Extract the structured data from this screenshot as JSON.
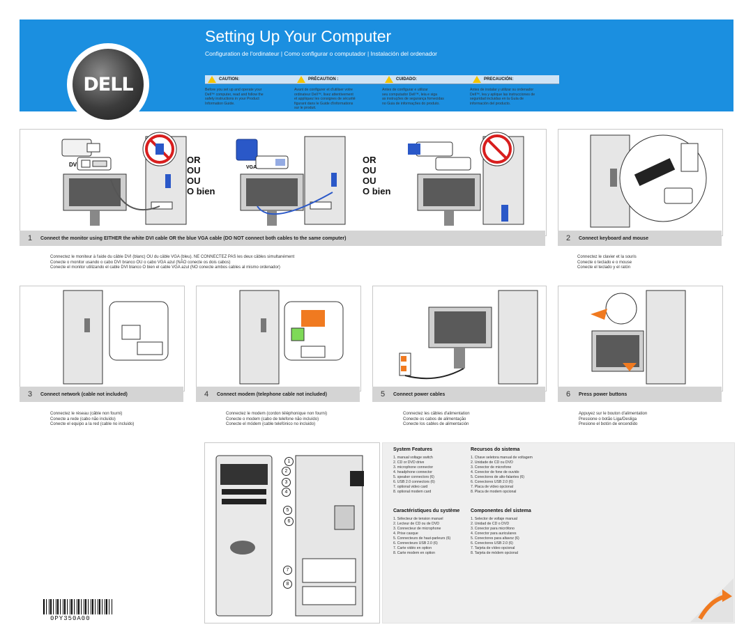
{
  "banner": {
    "title": "Setting Up Your Computer",
    "subtitle": "Configuration de l'ordinateur | Como configurar o computador | Instalación del ordenador",
    "brand": "DELL"
  },
  "cautions": [
    {
      "heading": "CAUTION:",
      "lines": [
        "Before you set up and operate your",
        "Dell™ computer, read and follow the",
        "safety instructions in your Product",
        "Information Guide."
      ]
    },
    {
      "heading": "PRÉCAUTION :",
      "lines": [
        "Avant de configurer et d'utiliser votre",
        "ordinateur Dell™, lisez attentivement",
        "et appliquez les consignes de sécurité",
        "figurant dans le Guide d'informations",
        "sur le produit."
      ]
    },
    {
      "heading": "CUIDADO:",
      "lines": [
        "Antes de configurar e utilizar",
        "seu computador Dell™, leia e siga",
        "as instruções de segurança fornecidas",
        "no Guia de informações do produto."
      ]
    },
    {
      "heading": "PRECAUCIÓN:",
      "lines": [
        "Antes de instalar y utilizar su ordenador",
        "Dell™, lea y aplique las instrucciones de",
        "seguridad incluidas en la Guía de",
        "información del producto."
      ]
    }
  ],
  "monitor_options": {
    "or_words": [
      "OR",
      "OU",
      "OU",
      "O bien"
    ],
    "dvi_label": "DVI",
    "vga_label": "VGA"
  },
  "steps": [
    {
      "num": "1",
      "label": "Connect the monitor using EITHER the white DVI cable OR the blue VGA cable (DO NOT connect both cables to the same computer)",
      "lines": [
        "Connectez le moniteur à l'aide du câble DVI (blanc) OU du câble VGA (bleu). NE CONNECTEZ PAS les deux câbles simultanément",
        "Conecte o monitor usando o cabo DVI branco OU o cabo VGA azul (NÃO conecte os dois cabos)",
        "Conecte el monitor utilizando el cable DVI blanco O bien el cable VGA azul (NO conecte ambos cables al mismo ordenador)"
      ]
    },
    {
      "num": "2",
      "label": "Connect keyboard and mouse",
      "lines": [
        "Connectez le clavier et la souris",
        "Conecte o teclado e o mouse",
        "Conecte el teclado y el ratón"
      ]
    },
    {
      "num": "3",
      "label": "Connect network (cable not included)",
      "lines": [
        "Connectez le réseau (câble non fourni)",
        "Conecte a rede (cabo não incluído)",
        "Conecte el equipo a la red (cable no incluido)"
      ]
    },
    {
      "num": "4",
      "label": "Connect modem (telephone cable not included)",
      "lines": [
        "Connectez le modem (cordon téléphonique non fourni)",
        "Conecte o modem (cabo de telefone não incluído)",
        "Conecte el módem (cable telefónico no incluido)"
      ]
    },
    {
      "num": "5",
      "label": "Connect power cables",
      "lines": [
        "Connectez les câbles d'alimentation",
        "Conecte os cabos de alimentação",
        "Conecte los cables de alimentación"
      ]
    },
    {
      "num": "6",
      "label": "Press power buttons",
      "lines": [
        "Appuyez sur le bouton d'alimentation",
        "Pressione o botão Liga/Desliga",
        "Presione el botón de encendido"
      ]
    }
  ],
  "features": [
    {
      "heading": "System Features",
      "items": [
        "1. manual voltage switch",
        "2. CD or DVD drive",
        "3. microphone connector",
        "4. headphone connector",
        "5. speaker connectors (6)",
        "6. USB 2.0 connectors (6)",
        "7. optional video card",
        "8. optional modem card"
      ]
    },
    {
      "heading": "Recursos do sistema",
      "items": [
        "1. Chave seletora manual de voltagem",
        "2. Unidade de CD ou DVD",
        "3. Conector de microfone",
        "4. Conector de fone de ouvido",
        "5. Conectores de alto-falantes (6)",
        "6. Conectores USB 2.0 (6)",
        "7. Placa de vídeo opcional",
        "8. Placa de modem opcional"
      ]
    },
    {
      "heading": "Caractéristiques du système",
      "items": [
        "1. Sélecteur de tension manuel",
        "2. Lecteur de CD ou de DVD",
        "3. Connecteur de microphone",
        "4. Prise casque",
        "5. Connecteurs de haut-parleurs (6)",
        "6. Connecteurs USB 2.0 (6)",
        "7. Carte vidéo en option",
        "8. Carte modem en option"
      ]
    },
    {
      "heading": "Componentes del sistema",
      "items": [
        "1. Selector de voltaje manual",
        "2. Unidad de CD o DVD",
        "3. Conector para micrófono",
        "4. Conector para auriculares",
        "5. Conectores para altavoz (6)",
        "6. Conectores USB 2.0 (6)",
        "7. Tarjeta de vídeo opcional",
        "8. Tarjeta de módem opcional"
      ]
    }
  ],
  "callouts": [
    "1",
    "2",
    "3",
    "4",
    "5",
    "6",
    "7",
    "8"
  ],
  "barcode_text": "0PY350A00",
  "colors": {
    "banner": "#1b8fe0",
    "stepbar": "#d4d4d4",
    "accent_orange": "#f07a20",
    "vga_blue": "#2a58c8"
  }
}
